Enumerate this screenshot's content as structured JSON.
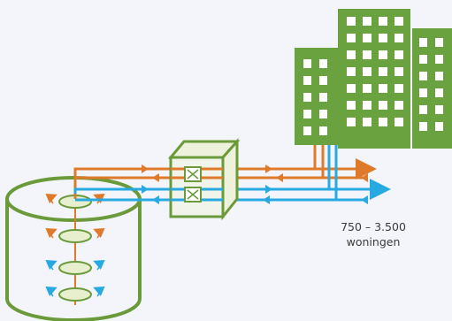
{
  "diagram": {
    "caption_line1": "750 – 3.500",
    "caption_line2": "woningen"
  },
  "colors": {
    "background": "#f4f5fa",
    "structure_green": "#6a9a3a",
    "building_green": "#69a23f",
    "window_white": "#ffffff",
    "hot_flow": "#e07a2b",
    "cold_flow": "#27a9e1",
    "disc_fill": "#e8efcf",
    "exchanger_fill": "#eef2dc"
  },
  "icons": [
    "storage-tank",
    "heat-exchanger",
    "apartment-buildings",
    "flow-arrow"
  ]
}
